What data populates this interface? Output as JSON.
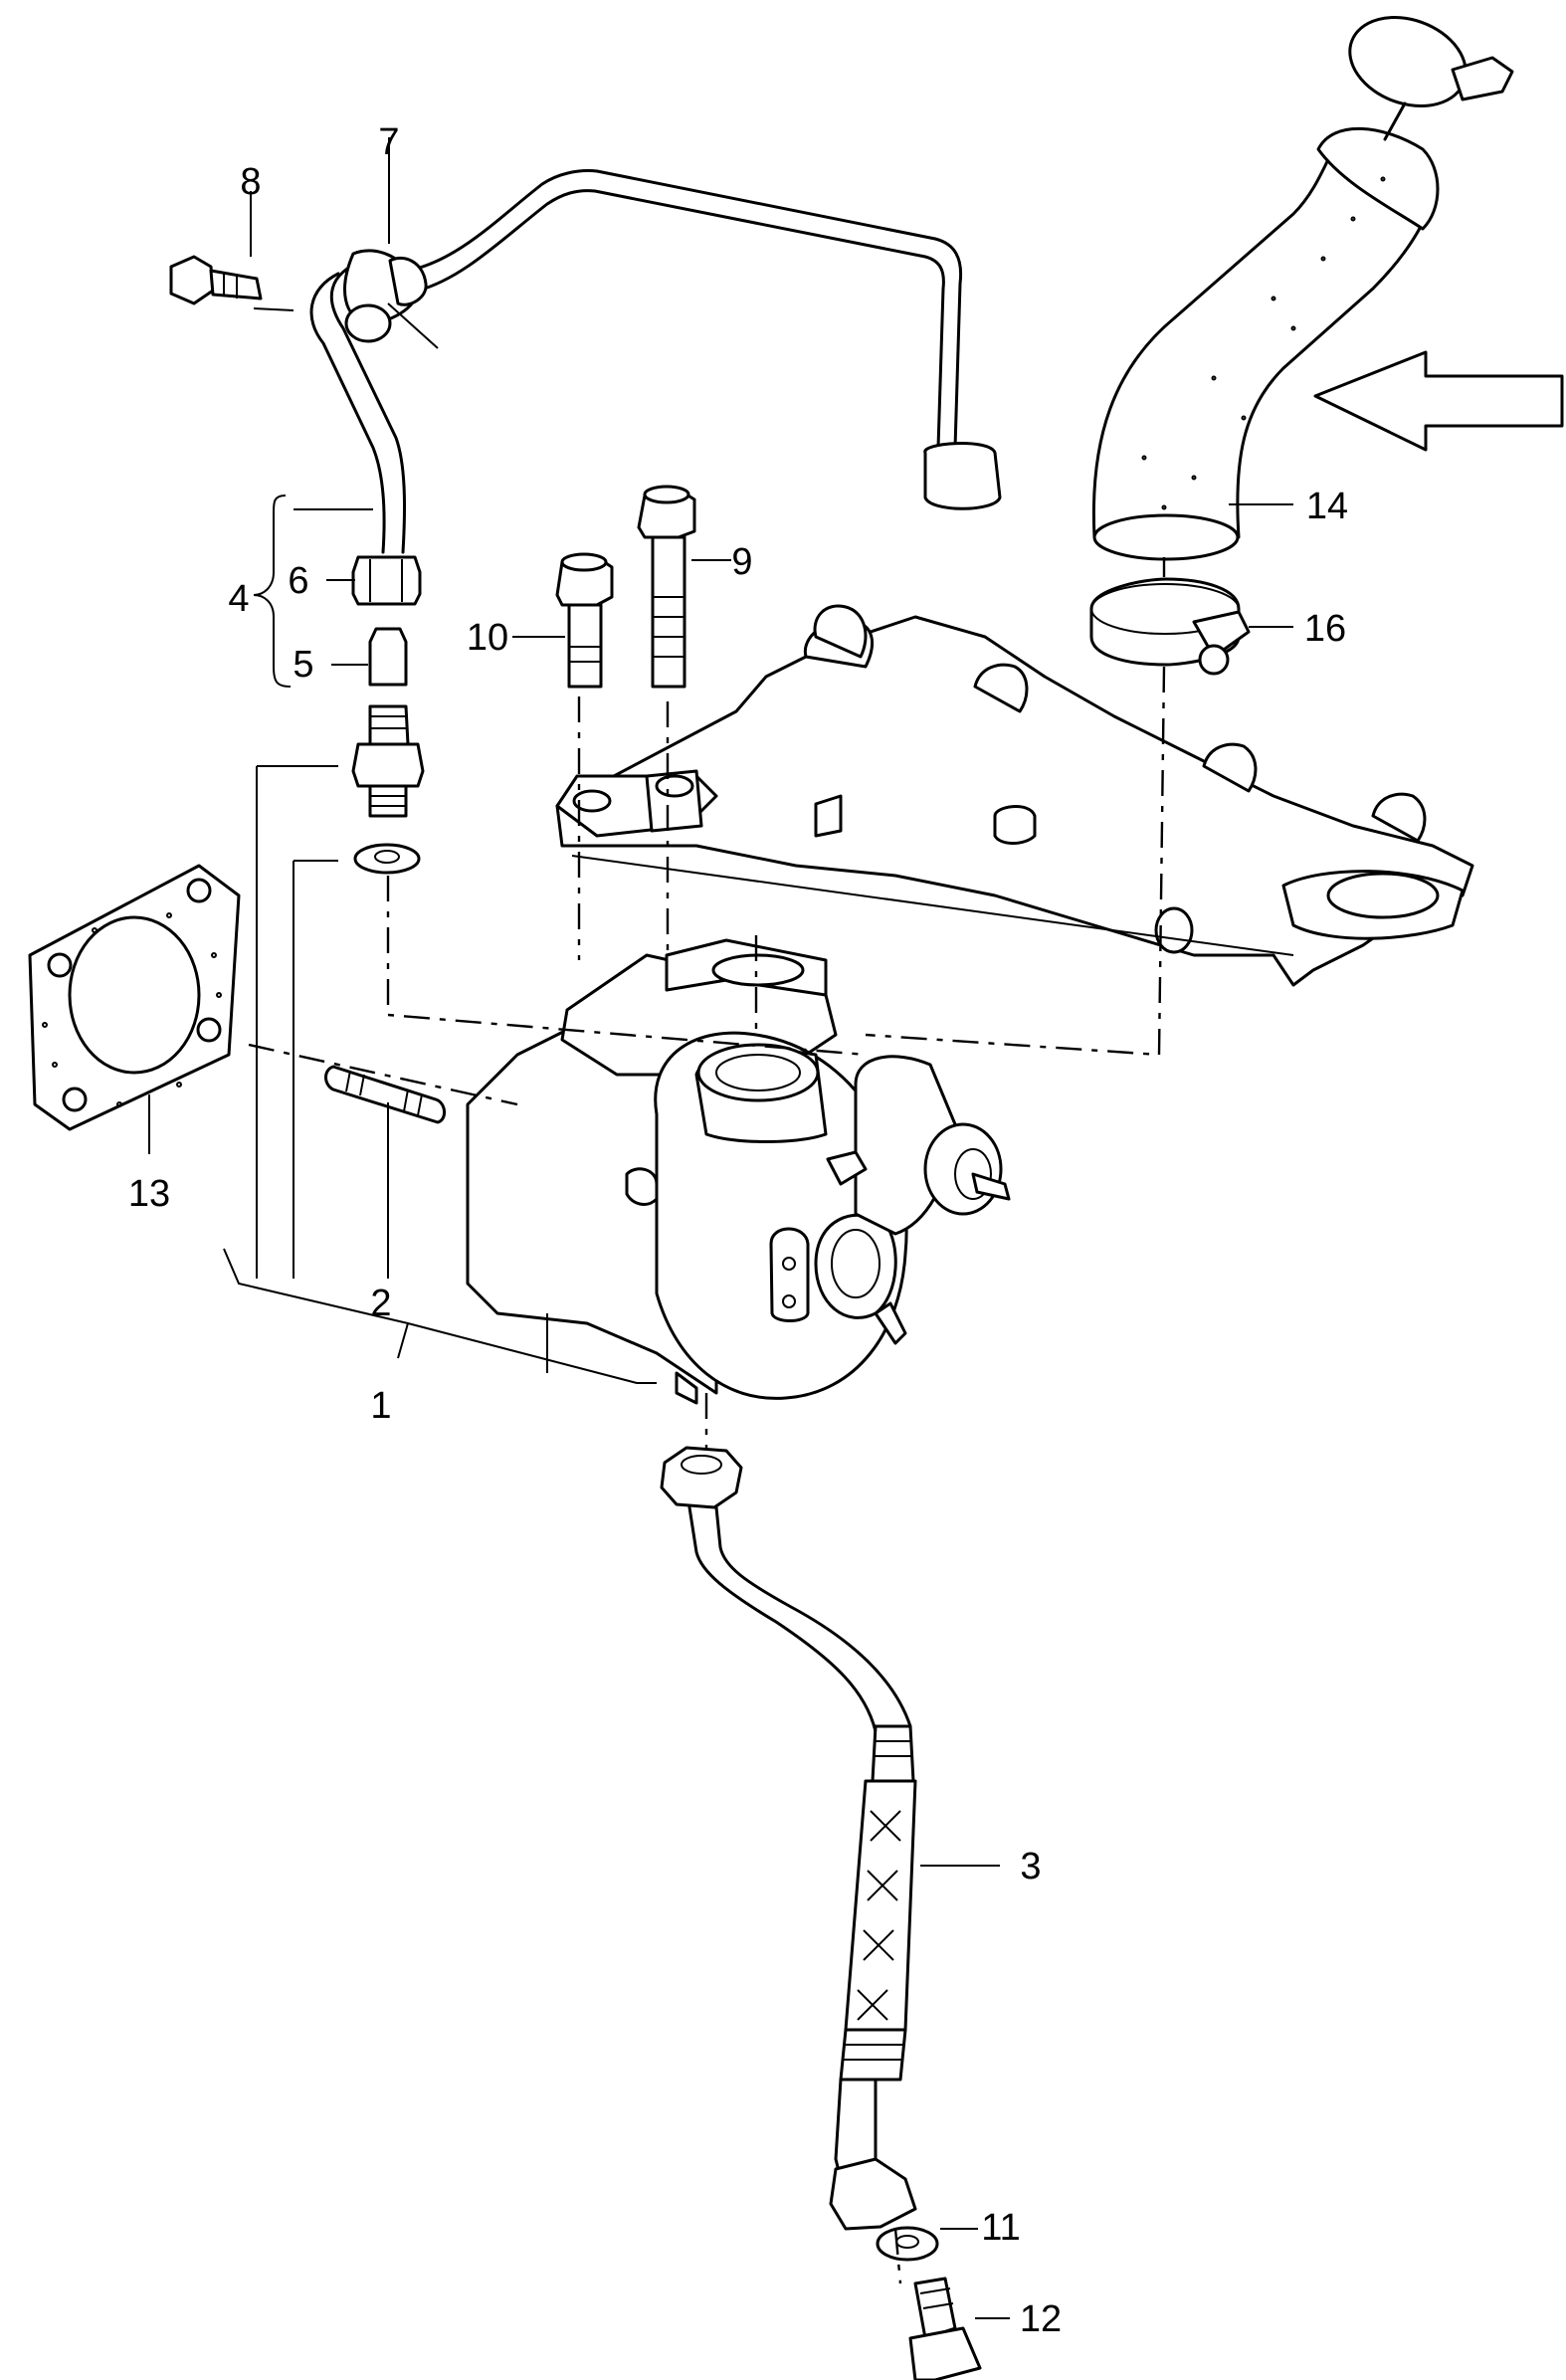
{
  "diagram": {
    "callouts": [
      {
        "id": "c1",
        "text": "1"
      },
      {
        "id": "c2",
        "text": "2"
      },
      {
        "id": "c3",
        "text": "3"
      },
      {
        "id": "c4",
        "text": "4"
      },
      {
        "id": "c5",
        "text": "5"
      },
      {
        "id": "c6",
        "text": "6"
      },
      {
        "id": "c7",
        "text": "7"
      },
      {
        "id": "c8",
        "text": "8"
      },
      {
        "id": "c9",
        "text": "9"
      },
      {
        "id": "c10",
        "text": "10"
      },
      {
        "id": "c11",
        "text": "11"
      },
      {
        "id": "c12",
        "text": "12"
      },
      {
        "id": "c13",
        "text": "13"
      },
      {
        "id": "c14",
        "text": "14"
      },
      {
        "id": "c16",
        "text": "16"
      }
    ],
    "highlight": {
      "type": "arrow",
      "direction": "left",
      "points_to": "14"
    }
  }
}
